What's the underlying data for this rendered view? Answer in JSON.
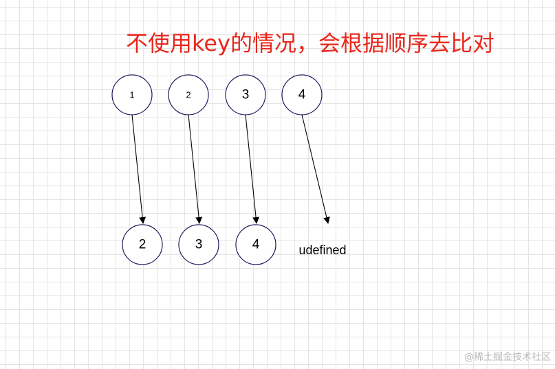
{
  "title": {
    "text": "不使用key的情况，会根据顺序去比对",
    "color": "#e8271c"
  },
  "old_nodes": [
    "1",
    "2",
    "3",
    "4"
  ],
  "new_nodes": [
    "2",
    "3",
    "4"
  ],
  "missing_label": "udefined",
  "watermark": "@稀土掘金技术社区",
  "colors": {
    "node_stroke": "#1a1a5c",
    "arrow": "#000000",
    "grid": "#e4e4e4"
  }
}
